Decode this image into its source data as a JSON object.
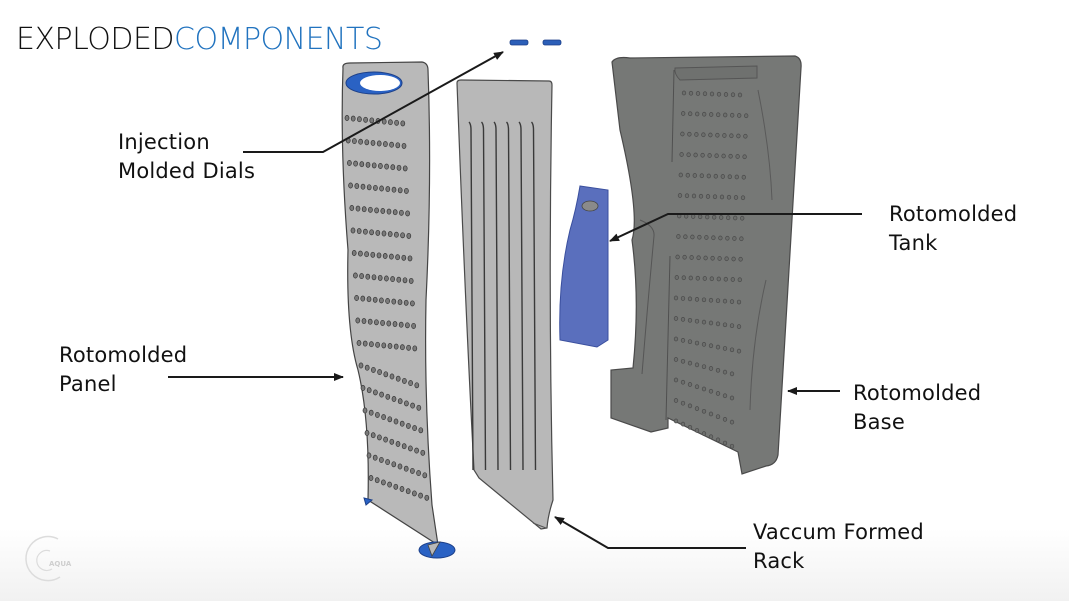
{
  "title": {
    "part1": "EXPLODED",
    "part2": "COMPONENTS",
    "accent_color": "#2173bf"
  },
  "labels": {
    "dials": {
      "line1": "Injection",
      "line2": "Molded Dials"
    },
    "tank": {
      "line1": "Rotomolded",
      "line2": "Tank"
    },
    "panel": {
      "line1": "Rotomolded",
      "line2": "Panel"
    },
    "base": {
      "line1": "Rotomolded",
      "line2": "Base"
    },
    "rack": {
      "line1": "Vaccum Formed",
      "line2": "Rack"
    }
  },
  "components": [
    {
      "name": "Injection Molded Dials",
      "color": "#2c5fb8"
    },
    {
      "name": "Rotomolded Panel",
      "color": "#b9b9b9"
    },
    {
      "name": "Vaccum Formed Rack",
      "color": "#b8b8b8"
    },
    {
      "name": "Rotomolded Tank",
      "color": "#5a6fbd"
    },
    {
      "name": "Rotomolded Base",
      "color": "#767876"
    }
  ],
  "logo": {
    "text": "AQUA"
  }
}
